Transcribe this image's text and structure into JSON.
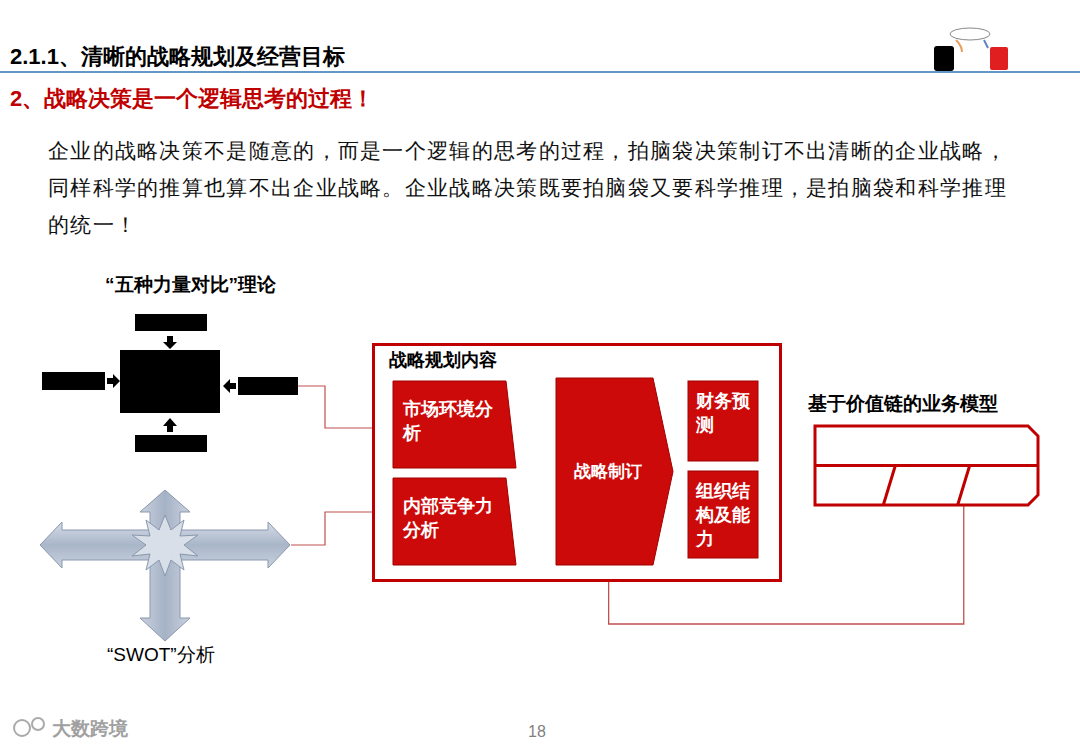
{
  "diagram": {
    "title": "2.1.1、清晰的战略规划及经营目标",
    "nodes": [
      {
        "text": [
          "战略规划内容"
        ]
      },
      {
        "text": [
          "市场环境分析"
        ],
        "in": 0
      },
      {
        "text": [
          "内部竞争力分析"
        ],
        "in": 0
      },
      {
        "text": [
          "战略制订"
        ],
        "in": 0
      },
      {
        "text": [
          "财务预测"
        ],
        "in": 0
      },
      {
        "text": [
          "组织结构及能力"
        ],
        "in": 0
      },
      {
        "text": [
          "基于价值链的业务模型"
        ]
      }
    ],
    "edges": [
      {
        "from": 6,
        "to": 3,
        "arrow": "to"
      }
    ],
    "labels": [
      "2、战略决策是一个逻辑思考的过程！",
      "企业的战略决策不是随意的，而是一个逻辑的思考的过程，拍脑袋决策制订不出清晰的企业战略，同样科学的推算也算不出企业战略。企业战略决策既要拍脑袋又要科学推理，是拍脑袋和科学推理的统一！",
      "“五种力量对比”理论",
      "“SWOT”分析",
      "18",
      "大数跨境"
    ]
  }
}
